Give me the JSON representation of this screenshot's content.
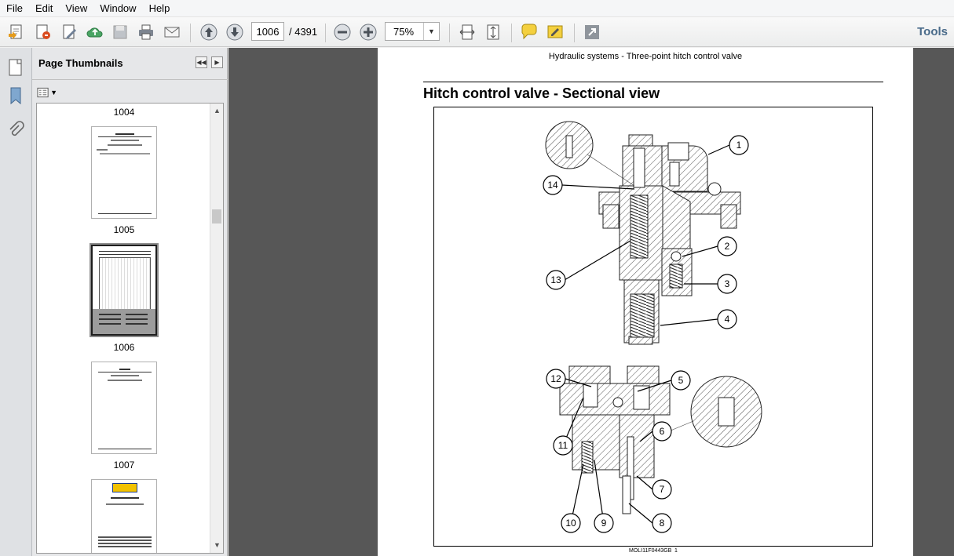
{
  "menu": [
    "File",
    "Edit",
    "View",
    "Window",
    "Help"
  ],
  "toolbar": {
    "current_page": "1006",
    "page_total": "/ 4391",
    "zoom": "75%",
    "tools_label": "Tools",
    "icons": [
      "create-pdf-icon",
      "combine-icon",
      "edit-icon",
      "cloud-upload-icon",
      "save-icon",
      "print-icon",
      "email-icon",
      "prev-page-icon",
      "next-page-icon",
      "zoom-out-icon",
      "zoom-in-icon",
      "fit-width-icon",
      "fit-page-icon",
      "comment-icon",
      "highlight-icon",
      "fullscreen-icon"
    ]
  },
  "sidebar": {
    "panel_title": "Page Thumbnails",
    "thumbnails": [
      {
        "label": "1004"
      },
      {
        "label": "1005"
      },
      {
        "label": "1006",
        "selected": true
      },
      {
        "label": "1007"
      }
    ]
  },
  "document": {
    "running_header": "Hydraulic systems - Three-point hitch control valve",
    "title": "Hitch control valve - Sectional view",
    "footer_code": "MOLI11F0443GB",
    "footer_page": "1",
    "callouts": [
      "1",
      "2",
      "3",
      "4",
      "5",
      "6",
      "7",
      "8",
      "9",
      "10",
      "11",
      "12",
      "13",
      "14"
    ]
  }
}
